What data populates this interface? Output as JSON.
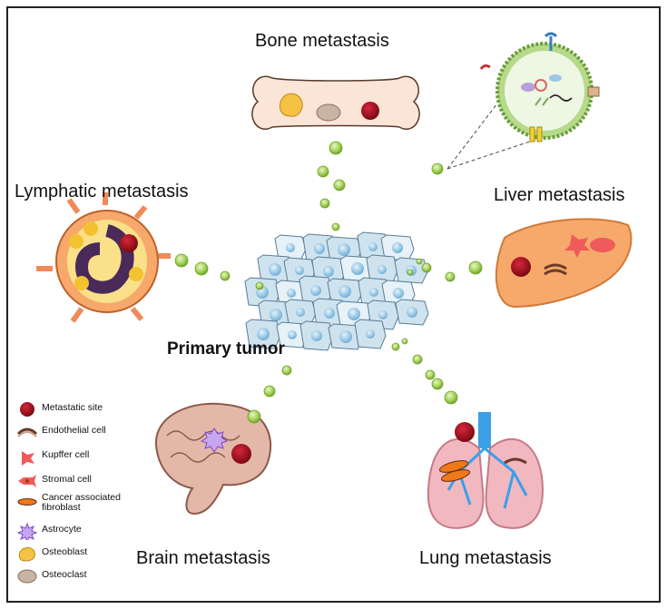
{
  "labels": {
    "bone": "Bone metastasis",
    "lymphatic": "Lymphatic metastasis",
    "liver": "Liver metastasis",
    "primary": "Primary tumor",
    "brain": "Brain metastasis",
    "lung": "Lung metastasis"
  },
  "legend": [
    {
      "icon": "metastatic-site-icon",
      "label": "Metastatic site"
    },
    {
      "icon": "endothelial-cell-icon",
      "label": "Endothelial cell"
    },
    {
      "icon": "kupffer-cell-icon",
      "label": "Kupffer cell"
    },
    {
      "icon": "stromal-cell-icon",
      "label": "Stromal cell"
    },
    {
      "icon": "cancer-associated-fibroblast-icon",
      "label": "Cancer associated fibroblast"
    },
    {
      "icon": "astrocyte-icon",
      "label": "Astrocyte"
    },
    {
      "icon": "osteoblast-icon",
      "label": "Osteoblast"
    },
    {
      "icon": "osteoclast-icon",
      "label": "Osteoclast"
    }
  ],
  "colors": {
    "metastatic_site": "#a50f15",
    "vesicle": "#8cc63f",
    "tumor_cell": "#cfe3ef",
    "bone": "#fbe5d6",
    "liver": "#f4a460",
    "lung": "#f2b8c0",
    "brain": "#e3b8a8",
    "lymph_node": "#f6a96b"
  }
}
